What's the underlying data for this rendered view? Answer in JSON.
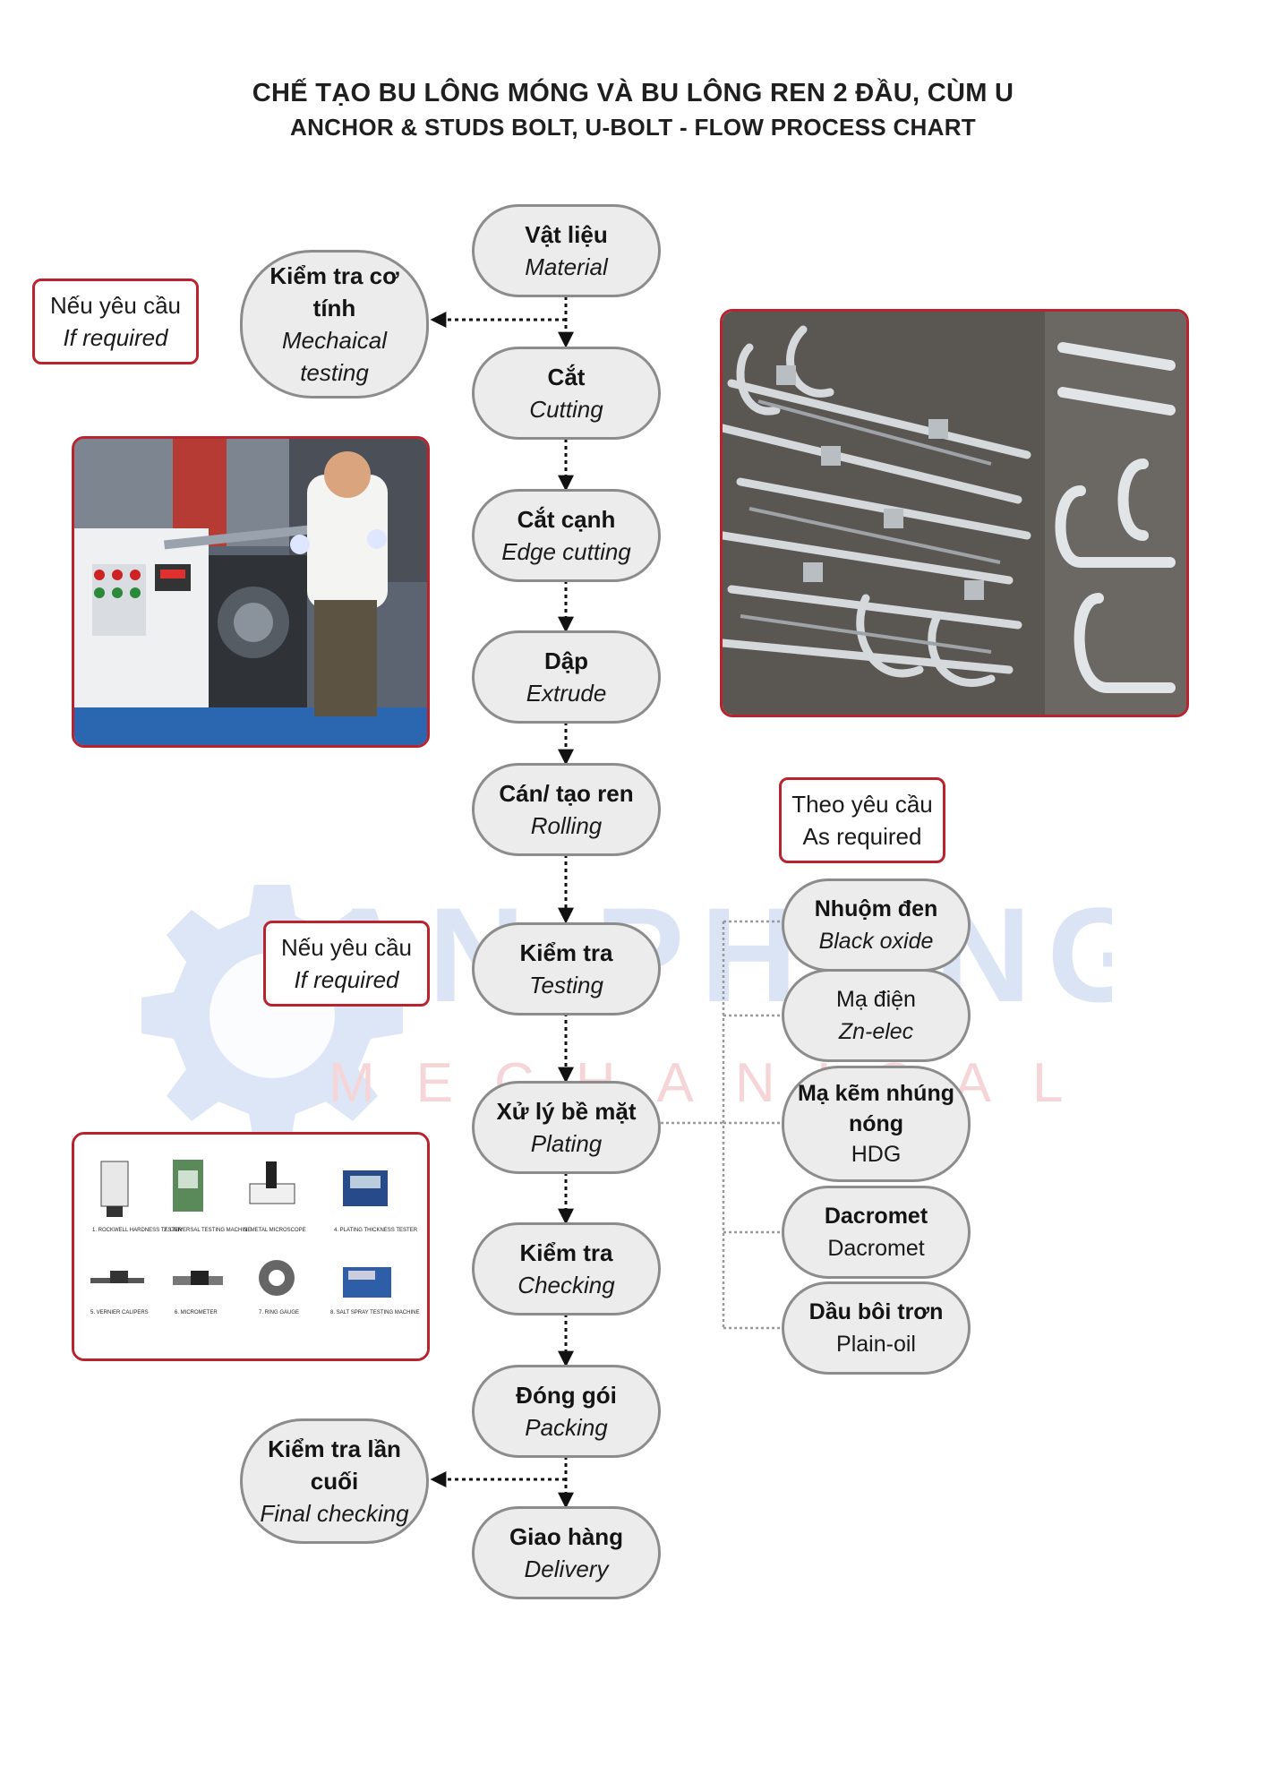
{
  "title": {
    "line1": "CHẾ TẠO BU LÔNG MÓNG VÀ BU LÔNG REN 2 ĐẦU, CÙM U",
    "line2": "ANCHOR & STUDS BOLT, U-BOLT - FLOW PROCESS CHART"
  },
  "watermark": {
    "brand": "AN PHONG",
    "sub": "MECHANICAL"
  },
  "steps": [
    {
      "vi": "Vật liệu",
      "en": "Material"
    },
    {
      "vi": "Cắt",
      "en": "Cutting"
    },
    {
      "vi": "Cắt cạnh",
      "en": "Edge cutting"
    },
    {
      "vi": "Dập",
      "en": "Extrude"
    },
    {
      "vi": "Cán/ tạo ren",
      "en": "Rolling"
    },
    {
      "vi": "Kiểm tra",
      "en": "Testing"
    },
    {
      "vi": "Xử lý bề mặt",
      "en": "Plating"
    },
    {
      "vi": "Kiểm tra",
      "en": "Checking"
    },
    {
      "vi": "Đóng gói",
      "en": "Packing"
    },
    {
      "vi": "Giao hàng",
      "en": "Delivery"
    }
  ],
  "side_checks": {
    "mechanical": {
      "vi": "Kiểm tra cơ tính",
      "en": "Mechaical testing"
    },
    "final": {
      "vi": "Kiểm tra lần cuối",
      "en": "Final checking"
    }
  },
  "notes": {
    "top": {
      "vi": "Nếu yêu cầu",
      "en": "If required"
    },
    "middle": {
      "vi": "Nếu yêu cầu",
      "en": "If required"
    },
    "plating": {
      "vi": "Theo yêu cầu",
      "en": "As required"
    }
  },
  "plating_options": [
    {
      "vi": "Nhuộm đen",
      "en": "Black oxide"
    },
    {
      "vi": "Mạ điện",
      "en": "Zn-elec"
    },
    {
      "vi": "Mạ kẽm nhúng nóng",
      "en": "HDG"
    },
    {
      "vi": "Dacromet",
      "en": "Dacromet"
    },
    {
      "vi": "Dầu bôi trơn",
      "en": "Plain-oil"
    }
  ],
  "equipment": [
    "1. ROCKWELL HARDNESS TESTER",
    "2. UNIVERSAL TESTING MACHINE",
    "3. METAL MICROSCOPE",
    "4. PLATING THICKNESS TESTER",
    "5. VERNIER CALIPERS",
    "6. MICROMETER",
    "7. RING GAUGE",
    "8. SALT SPRAY TESTING MACHINE"
  ],
  "colors": {
    "accent": "#b8232d",
    "node_fill": "#ececec",
    "node_border": "#8c8c8c",
    "watermark": "#dde6f6"
  }
}
